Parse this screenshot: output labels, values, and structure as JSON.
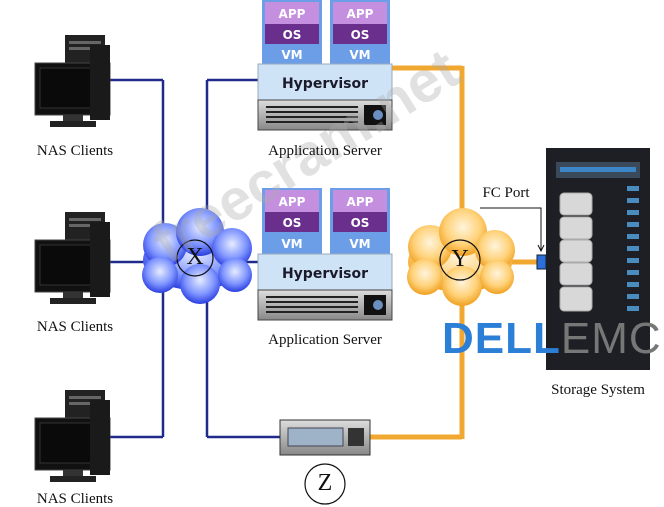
{
  "nodes": {
    "nas_clients": [
      "NAS Clients",
      "NAS Clients",
      "NAS Clients"
    ],
    "app_servers": [
      {
        "label": "Application Server",
        "hypervisor": "Hypervisor",
        "vms": [
          {
            "app": "APP",
            "os": "OS",
            "vm": "VM"
          },
          {
            "app": "APP",
            "os": "OS",
            "vm": "VM"
          }
        ]
      },
      {
        "label": "Application Server",
        "hypervisor": "Hypervisor",
        "vms": [
          {
            "app": "APP",
            "os": "OS",
            "vm": "VM"
          },
          {
            "app": "APP",
            "os": "OS",
            "vm": "VM"
          }
        ]
      }
    ],
    "cloud_x": "X",
    "cloud_y": "Y",
    "device_z": "Z",
    "fc_port": "FC Port",
    "storage": "Storage System"
  },
  "logo": {
    "part1": "DELL",
    "part2": "EMC"
  },
  "watermark": "freecram.net",
  "colors": {
    "ip_link": "#1f2a8a",
    "fc_link": "#f0a830",
    "vm_top": "#c58fe0",
    "vm_mid": "#6a2f8c",
    "vm_bottom": "#6c9ee8",
    "dell_blue": "#2b7fd6"
  }
}
